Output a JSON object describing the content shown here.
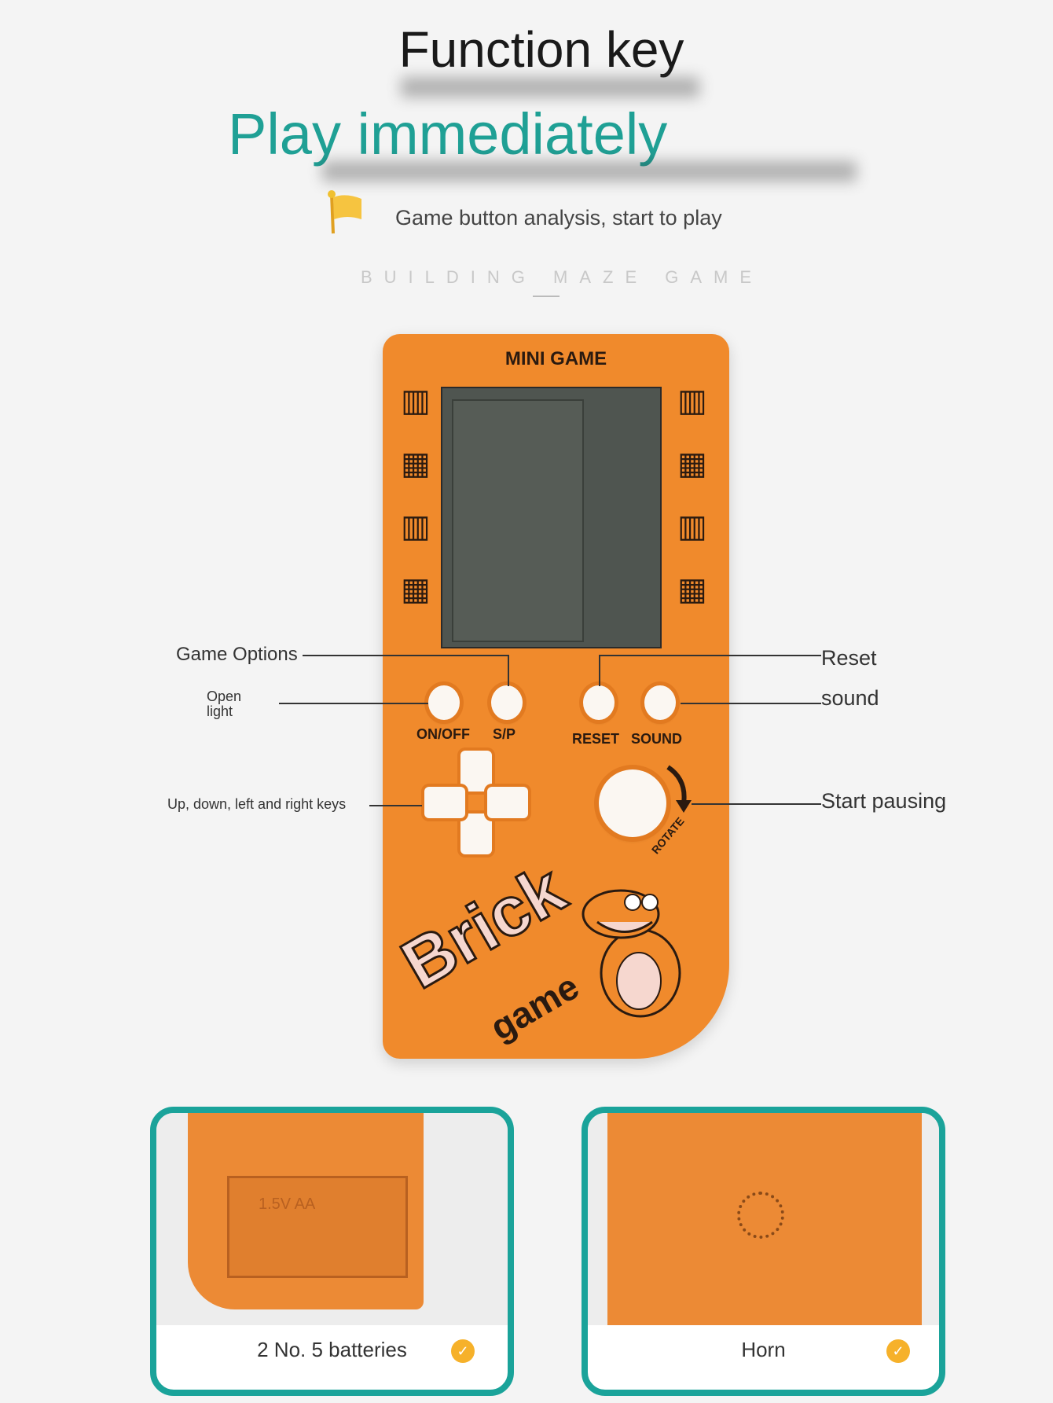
{
  "header": {
    "title": "Function key",
    "subtitle": "Play immediately",
    "tagline": "Game button analysis, start to play",
    "section_label": "BUILDING MAZE GAME"
  },
  "device": {
    "brand_label": "MINI GAME",
    "body_color": "#f08a2c",
    "logo_word": "Brick",
    "logo_sub": "game",
    "rotate_label": "ROTATE",
    "buttons": [
      {
        "label": "ON/OFF"
      },
      {
        "label": "S/P"
      },
      {
        "label": "RESET"
      },
      {
        "label": "SOUND"
      }
    ]
  },
  "callouts": {
    "game_options": "Game Options",
    "open_light": "Open light",
    "dpad": "Up, down, left and right keys",
    "reset": "Reset",
    "sound": "sound",
    "start_pausing": "Start pausing"
  },
  "cards": [
    {
      "caption": "2 No. 5 batteries",
      "icon": "check-badge-icon",
      "battery_label": "1.5V AA"
    },
    {
      "caption": "Horn",
      "icon": "check-badge-icon"
    }
  ],
  "accent": "#1aa39a"
}
